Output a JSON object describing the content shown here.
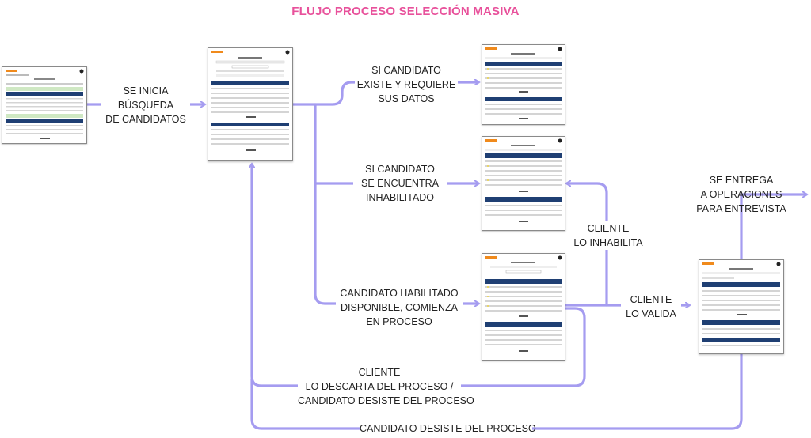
{
  "title": "FLUJO PROCESO SELECCIÓN MASIVA",
  "colors": {
    "title": "#e8519b",
    "arrow": "#a59cf0",
    "header": "#1f3f73",
    "green": "#cfe8c3"
  },
  "labels": {
    "start": [
      "SE INICIA",
      "BÚSQUEDA",
      "DE CANDIDATOS"
    ],
    "exists": [
      "SI CANDIDATO",
      "EXISTE Y REQUIERE",
      "SUS DATOS"
    ],
    "disabled": [
      "SI CANDIDATO",
      "SE ENCUENTRA",
      "INHABILITADO"
    ],
    "enabled": [
      "CANDIDATO HABILITADO",
      "DISPONIBLE, COMIENZA",
      "EN PROCESO"
    ],
    "client_disables": [
      "CLIENTE",
      "LO INHABILITA"
    ],
    "client_validates": [
      "CLIENTE",
      "LO VALIDA"
    ],
    "operations": [
      "SE ENTREGA",
      "A OPERACIONES",
      "PARA ENTREVISTA"
    ],
    "discard": [
      "CLIENTE",
      "LO DESCARTA DEL PROCESO /",
      "CANDIDATO DESISTE DEL PROCESO"
    ],
    "desists": [
      "CANDIDATO DESISTE DEL PROCESO"
    ]
  },
  "screens": [
    {
      "id": "screen-initial-list"
    },
    {
      "id": "screen-search"
    },
    {
      "id": "screen-existing-candidate"
    },
    {
      "id": "screen-disabled-candidate"
    },
    {
      "id": "screen-enabled-candidate"
    },
    {
      "id": "screen-operations"
    }
  ]
}
